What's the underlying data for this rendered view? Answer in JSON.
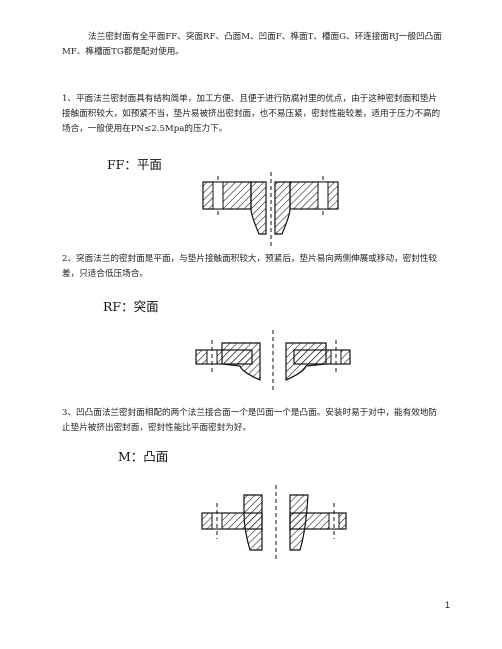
{
  "intro": "法兰密封面有全平面FF、突面RF、凸面M、凹面F、榫面T、槽面G、环连接面RJ一般凹凸面MF、榫槽面TG都是配对使用。",
  "sections": [
    {
      "text": "1、平面法兰密封面具有结构简单，加工方便、且便于进行防腐衬里的优点，由于这种密封面和垫片接触面积较大，如预紧不当，垫片易被挤出密封面，也不易压紧，密封性能较差，适用于压力不高的场合，一般使用在PN≤2.5Mpa的压力下。",
      "heading": "FF：平面"
    },
    {
      "text": "2、突面法兰的密封面是平面，与垫片接触面积较大，预紧后，垫片易向两侧伸展或移动，密封性较差，只适合低压场合。",
      "heading": "RF：突面"
    },
    {
      "text": "3、凹凸面法兰密封面相配的两个法兰接合面一个是凹面一个是凸面。安装时易于对中，能有效地防止垫片被挤出密封面，密封性能比平面密封为好。",
      "heading": "M：凸面"
    }
  ],
  "page_number": "1"
}
